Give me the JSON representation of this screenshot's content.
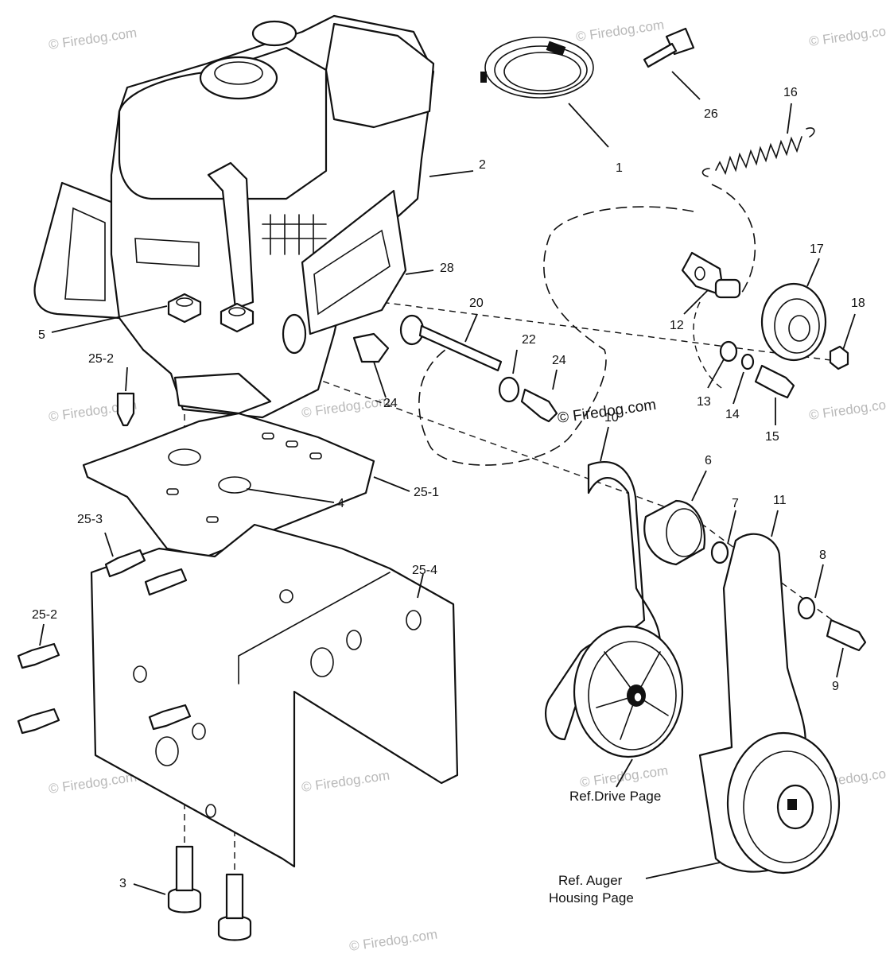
{
  "watermarks": [
    "© Firedog.com",
    "© Firedog.com",
    "© Firedog.com",
    "© Firedog.com",
    "© Firedog.com",
    "© Firedog.com",
    "© Firedog.com",
    "© Firedog.com",
    "© Firedog.com",
    "© Firedog.com",
    "© Firedog.com"
  ],
  "center_watermark": "© Firedog.com",
  "callouts": {
    "c1": "1",
    "c2": "2",
    "c3": "3",
    "c4": "4",
    "c5": "5",
    "c6": "6",
    "c7": "7",
    "c8": "8",
    "c9": "9",
    "c10": "10",
    "c11": "11",
    "c12": "12",
    "c13": "13",
    "c14": "14",
    "c15": "15",
    "c16": "16",
    "c17": "17",
    "c18": "18",
    "c20": "20",
    "c22": "22",
    "c24a": "24",
    "c24b": "24",
    "c25_1": "25-1",
    "c25_2a": "25-2",
    "c25_2b": "25-2",
    "c25_3": "25-3",
    "c25_4": "25-4",
    "c26": "26",
    "c28": "28"
  },
  "references": {
    "drive": "Ref.Drive Page",
    "auger_line1": "Ref. Auger",
    "auger_line2": "Housing Page"
  }
}
